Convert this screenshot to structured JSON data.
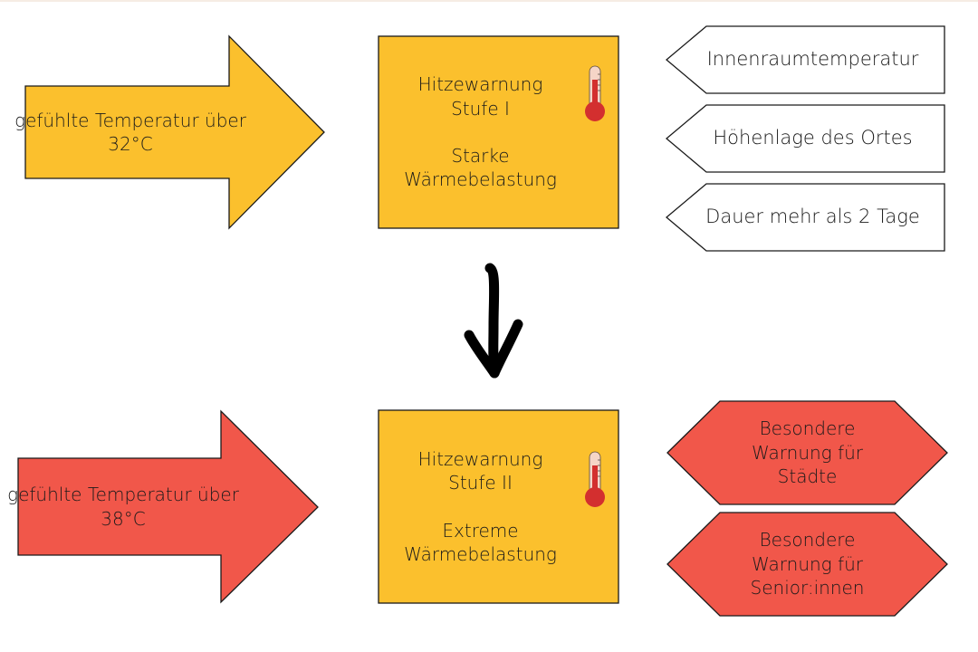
{
  "colors": {
    "yellow": "#fbc02d",
    "red": "#f1574a",
    "white": "#ffffff",
    "stroke": "#1a1a1a",
    "arrow": "#000000",
    "thermo_red": "#d32f2f",
    "thermo_glass": "#f5d5c7"
  },
  "level1": {
    "condition": {
      "line1": "gefühlte Temperatur über",
      "line2": "32°C"
    },
    "warning": {
      "title_line1": "Hitzewarnung",
      "title_line2": "Stufe I",
      "desc_line1": "Starke",
      "desc_line2": "Wärmebelastung",
      "icon": "thermometer-icon"
    },
    "factors": [
      "Innenraumtemperatur",
      "Höhenlage des Ortes",
      "Dauer mehr als 2 Tage"
    ]
  },
  "connector": {
    "icon": "arrow-down-icon"
  },
  "level2": {
    "condition": {
      "line1": "gefühlte Temperatur über",
      "line2": "38°C"
    },
    "warning": {
      "title_line1": "Hitzewarnung",
      "title_line2": "Stufe II",
      "desc_line1": "Extreme",
      "desc_line2": "Wärmebelastung",
      "icon": "thermometer-icon"
    },
    "special_warnings": [
      {
        "line1": "Besondere",
        "line2": "Warnung für",
        "line3": "Städte"
      },
      {
        "line1": "Besondere",
        "line2": "Warnung für",
        "line3": "Senior:innen"
      }
    ]
  }
}
